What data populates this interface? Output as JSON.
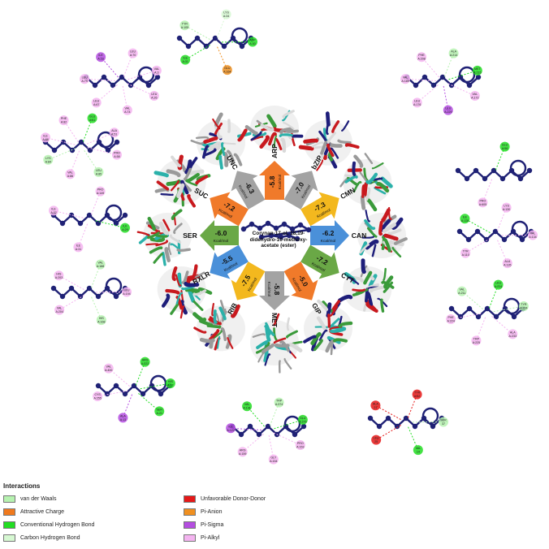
{
  "center": {
    "ligand_label": "Corynan-17-ol, 18,19-didehydro-10-methoxy-acetate (ester)"
  },
  "targets": [
    {
      "name": "ARP",
      "energy": "-5.8",
      "unit": "Kcal/mol",
      "color": "#f07a2a"
    },
    {
      "name": "bZIP",
      "energy": "-7.0",
      "unit": "Kcal/mol",
      "color": "#a3a3a3"
    },
    {
      "name": "CMN",
      "energy": "-7.3",
      "unit": "Kcal/mol",
      "color": "#f3b81e"
    },
    {
      "name": "CAN",
      "energy": "-6.2",
      "unit": "Kcal/mol",
      "color": "#4a90d9"
    },
    {
      "name": "CYT",
      "energy": "-7.2",
      "unit": "Kcal/mol",
      "color": "#6aa846"
    },
    {
      "name": "GIP",
      "energy": "-5.0",
      "unit": "Kcal/mol",
      "color": "#f07a2a"
    },
    {
      "name": "MET",
      "energy": "-5.8",
      "unit": "Kcal/mol",
      "color": "#a3a3a3"
    },
    {
      "name": "RIB",
      "energy": "-7.5",
      "unit": "Kcal/mol",
      "color": "#f3b81e"
    },
    {
      "name": "RXLR",
      "energy": "-5.5",
      "unit": "Kcal/mol",
      "color": "#4a90d9"
    },
    {
      "name": "SER",
      "energy": "-6.0",
      "unit": "Kcal/mol",
      "color": "#6aa846"
    },
    {
      "name": "SUC",
      "energy": "-7.2",
      "unit": "Kcal/mol",
      "color": "#f07a2a"
    },
    {
      "name": "UNC",
      "energy": "-6.3",
      "unit": "Kcal/mol",
      "color": "#a3a3a3"
    }
  ],
  "residue_panels": [
    {
      "residues": [
        {
          "name": "LEU A:70",
          "type": "alkyl"
        },
        {
          "name": "VAL A:3",
          "type": "alkyl"
        },
        {
          "name": "LEU A:26",
          "type": "alkyl"
        },
        {
          "name": "VAL A:74",
          "type": "alkyl"
        },
        {
          "name": "LEU A:67",
          "type": "alkyl"
        },
        {
          "name": "LEU A:79",
          "type": "alkyl"
        },
        {
          "name": "ILE A:23",
          "type": "sigma"
        }
      ]
    },
    {
      "residues": [
        {
          "name": "LYS A:34",
          "type": "carbon_h"
        },
        {
          "name": "ASP A:30",
          "type": "conv_h"
        },
        {
          "name": "GLU A:164",
          "type": "pi_anion"
        },
        {
          "name": "ILE A:31",
          "type": "conv_h"
        },
        {
          "name": "TYR A:105",
          "type": "vdw"
        }
      ]
    },
    {
      "residues": [
        {
          "name": "ALA A:214",
          "type": "vdw"
        },
        {
          "name": "MET A:215",
          "type": "conv_h"
        },
        {
          "name": "VAL A:172",
          "type": "alkyl"
        },
        {
          "name": "LEU A:229",
          "type": "sigma"
        },
        {
          "name": "LEU A:176",
          "type": "alkyl"
        },
        {
          "name": "VAL A:189",
          "type": "alkyl"
        },
        {
          "name": "PHE A:208",
          "type": "alkyl"
        }
      ]
    },
    {
      "residues": [
        {
          "name": "GLU A:98",
          "type": "conv_h"
        },
        {
          "name": "PRO A:605",
          "type": "alkyl"
        }
      ]
    },
    {
      "residues": [
        {
          "name": "LYS A:130",
          "type": "alkyl"
        },
        {
          "name": "VAL A:134",
          "type": "alkyl"
        },
        {
          "name": "ALA A:135",
          "type": "alkyl"
        },
        {
          "name": "TYR A:110",
          "type": "alkyl"
        },
        {
          "name": "ILE A:116",
          "type": "conv_h"
        }
      ]
    },
    {
      "residues": [
        {
          "name": "LEU A:234",
          "type": "conv_h"
        },
        {
          "name": "TYR A:224",
          "type": "vdw"
        },
        {
          "name": "ALA A:233",
          "type": "alkyl"
        },
        {
          "name": "TRP A:225",
          "type": "alkyl"
        },
        {
          "name": "PHE A:224",
          "type": "alkyl"
        },
        {
          "name": "VAL A:211",
          "type": "vdw"
        }
      ]
    },
    {
      "residues": [
        {
          "name": "TYR A:52",
          "type": "unfavorable"
        },
        {
          "name": "SER 37",
          "type": "vdw"
        },
        {
          "name": "VAL 14",
          "type": "conv_h"
        },
        {
          "name": "LEU 25",
          "type": "unfavorable"
        },
        {
          "name": "ALA 21",
          "type": "unfavorable"
        }
      ]
    },
    {
      "residues": [
        {
          "name": "TRP A:374",
          "type": "vdw"
        },
        {
          "name": "GLU A:376",
          "type": "conv_h"
        },
        {
          "name": "PRO A:153",
          "type": "alkyl"
        },
        {
          "name": "GLY A:154",
          "type": "alkyl"
        },
        {
          "name": "ARG A:159",
          "type": "alkyl"
        },
        {
          "name": "ILE A:122",
          "type": "sigma"
        },
        {
          "name": "VAL A:141",
          "type": "conv_h"
        }
      ]
    },
    {
      "residues": [
        {
          "name": "ARG A:222",
          "type": "conv_h"
        },
        {
          "name": "HIS A:17",
          "type": "conv_h"
        },
        {
          "name": "SER A:21",
          "type": "conv_h"
        },
        {
          "name": "ALA A:13",
          "type": "sigma"
        },
        {
          "name": "CYS A:255",
          "type": "alkyl"
        },
        {
          "name": "VAL A:400",
          "type": "alkyl"
        }
      ]
    },
    {
      "residues": [
        {
          "name": "VAL A:188",
          "type": "vdw"
        },
        {
          "name": "LEU A:194",
          "type": "alkyl"
        },
        {
          "name": "HIS A:168",
          "type": "vdw"
        },
        {
          "name": "VAL A:204",
          "type": "alkyl"
        },
        {
          "name": "HIS A:203",
          "type": "alkyl"
        }
      ]
    },
    {
      "residues": [
        {
          "name": "PRO A:149",
          "type": "alkyl"
        },
        {
          "name": "ILE A:29",
          "type": "conv_h"
        },
        {
          "name": "ILE A:31",
          "type": "alkyl"
        },
        {
          "name": "ILE A:32",
          "type": "alkyl"
        }
      ]
    },
    {
      "residues": [
        {
          "name": "GLU A:61",
          "type": "conv_h"
        },
        {
          "name": "ALA A:51",
          "type": "alkyl"
        },
        {
          "name": "PRO A:58",
          "type": "alkyl"
        },
        {
          "name": "LEU A:85",
          "type": "vdw"
        },
        {
          "name": "VAL A:86",
          "type": "alkyl"
        },
        {
          "name": "LYS A:84",
          "type": "vdw"
        },
        {
          "name": "ILE A:88",
          "type": "alkyl"
        },
        {
          "name": "PHE A:82",
          "type": "alkyl"
        }
      ]
    }
  ],
  "legend": {
    "title": "Interactions",
    "items": [
      {
        "key": "vdw",
        "label": "van der Waals",
        "color": "#b6f2b0"
      },
      {
        "key": "attractive",
        "label": "Attractive Charge",
        "color": "#f07a1e"
      },
      {
        "key": "conv_h",
        "label": "Conventional Hydrogen Bond",
        "color": "#22dd22"
      },
      {
        "key": "carbon_h",
        "label": "Carbon Hydrogen Bond",
        "color": "#d6f8d2"
      },
      {
        "key": "unfavorable",
        "label": "Unfavorable Donor-Donor",
        "color": "#e51818"
      },
      {
        "key": "pi_anion",
        "label": "Pi-Anion",
        "color": "#f09020"
      },
      {
        "key": "sigma",
        "label": "Pi-Sigma",
        "color": "#b44ee0"
      },
      {
        "key": "alkyl",
        "label": "Pi-Alkyl",
        "color": "#f4b4f0"
      }
    ]
  }
}
